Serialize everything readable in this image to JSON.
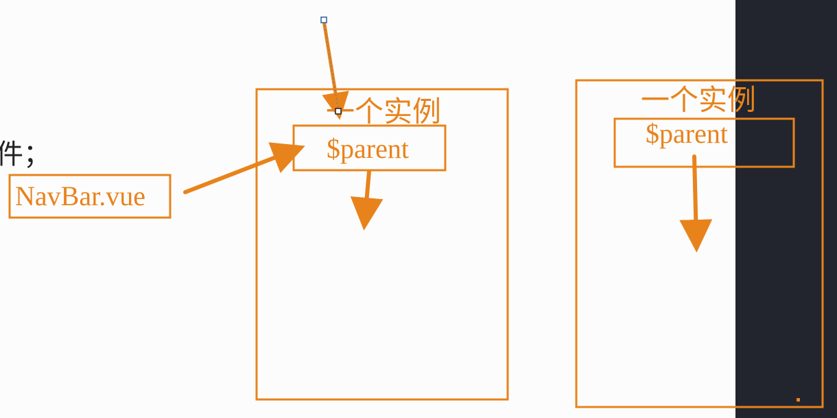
{
  "colors": {
    "accent": "#e8831c",
    "text_dark": "#222222",
    "canvas": "#fcfcfc",
    "side_panel": "#22252d",
    "handle": "#2a5d9f"
  },
  "left_text": {
    "fragment": "件；",
    "file_label": "NavBar.vue"
  },
  "middle_box": {
    "title": "一个实例",
    "inner_label": "$parent"
  },
  "right_box": {
    "title": "一个实例",
    "inner_label": "$parent"
  }
}
